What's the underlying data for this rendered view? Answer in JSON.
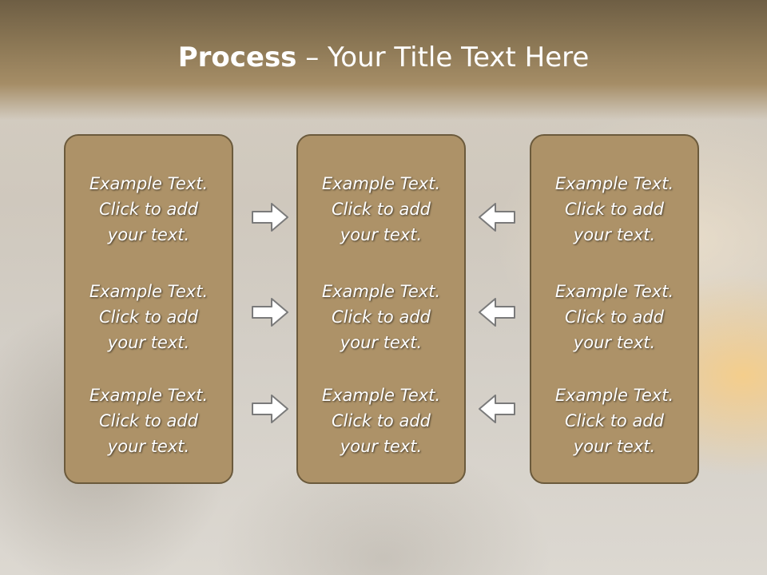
{
  "slide": {
    "title_bold": "Process",
    "title_rest": " – Your Title Text Here"
  },
  "columns": [
    {
      "blocks": [
        {
          "line1": "Example Text.",
          "line2": "Click  to add",
          "line3": "your text."
        },
        {
          "line1": "Example Text.",
          "line2": "Click  to add",
          "line3": "your text."
        },
        {
          "line1": "Example Text.",
          "line2": "Click  to add",
          "line3": "your text."
        }
      ]
    },
    {
      "blocks": [
        {
          "line1": "Example Text.",
          "line2": "Click  to add",
          "line3": "your text."
        },
        {
          "line1": "Example Text.",
          "line2": "Click  to add",
          "line3": "your text."
        },
        {
          "line1": "Example Text.",
          "line2": "Click  to add",
          "line3": "your text."
        }
      ]
    },
    {
      "blocks": [
        {
          "line1": "Example Text.",
          "line2": "Click  to add",
          "line3": "your text."
        },
        {
          "line1": "Example Text.",
          "line2": "Click  to add",
          "line3": "your text."
        },
        {
          "line1": "Example Text.",
          "line2": "Click  to add",
          "line3": "your text."
        }
      ]
    }
  ],
  "arrows": {
    "left_group": "arrow-right-icon",
    "right_group": "arrow-left-icon"
  },
  "colors": {
    "header": "#8a7654",
    "panel_fill": "#ad9268",
    "panel_border": "#6b5a3c",
    "text": "#ffffff"
  }
}
